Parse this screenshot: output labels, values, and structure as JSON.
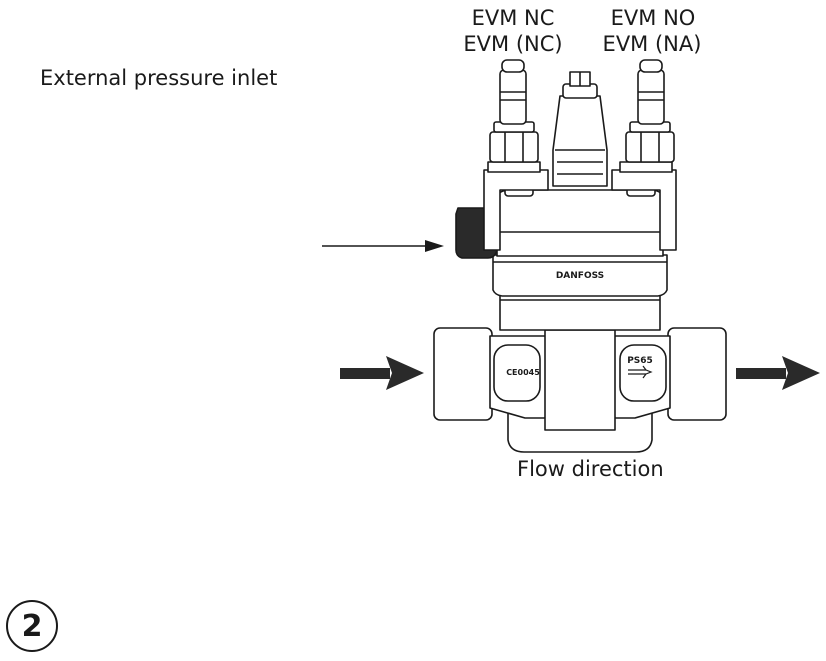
{
  "labels": {
    "external_pressure_inlet": "External pressure inlet",
    "evm_nc_line1": "EVM NC",
    "evm_nc_line2": "EVM (NC)",
    "evm_no_line1": "EVM NO",
    "evm_no_line2": "EVM (NA)",
    "flow_direction": "Flow direction"
  },
  "valve_markings": {
    "brand": "DANFOSS",
    "left_body": "CE0045",
    "right_body": "PS65"
  },
  "step_number": "2"
}
